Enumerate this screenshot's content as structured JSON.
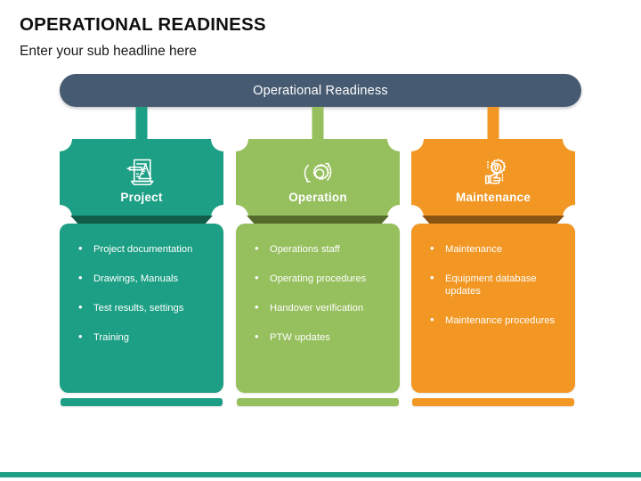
{
  "page": {
    "title": "OPERATIONAL READINESS",
    "subtitle": "Enter your sub headline here",
    "background": "#ffffff",
    "bottom_accent_color": "#1f9f85"
  },
  "banner": {
    "label": "Operational Readiness",
    "color": "#465a71",
    "text_color": "#ffffff"
  },
  "columns": [
    {
      "id": "project",
      "title": "Project",
      "icon": "document-ruler-pencil-icon",
      "color": "#1c9f84",
      "fold_color": "#125c4a",
      "items": [
        "Project documentation",
        "Drawings, Manuals",
        "Test results, settings",
        "Training"
      ]
    },
    {
      "id": "operation",
      "title": "Operation",
      "icon": "gear-refresh-icon",
      "color": "#96bf5d",
      "fold_color": "#556b2b",
      "items": [
        "Operations staff",
        "Operating procedures",
        "Handover verification",
        "PTW updates"
      ]
    },
    {
      "id": "maintenance",
      "title": "Maintenance",
      "icon": "hand-gear-wrench-icon",
      "color": "#f29724",
      "fold_color": "#8a5412",
      "items": [
        "Maintenance",
        "Equipment database updates",
        "Maintenance procedures"
      ]
    }
  ]
}
